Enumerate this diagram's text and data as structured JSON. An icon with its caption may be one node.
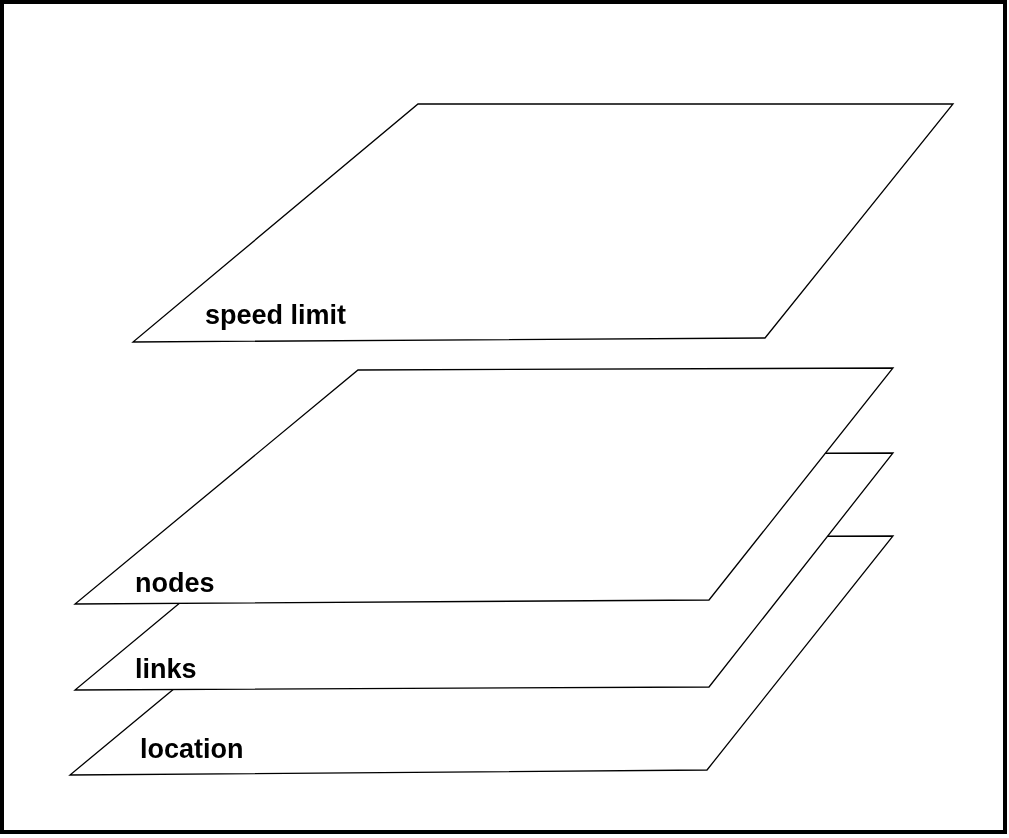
{
  "diagram": {
    "nodes": [
      {
        "text": [
          "speed limit"
        ]
      },
      {
        "text": [
          "nodes"
        ]
      },
      {
        "text": [
          "links"
        ]
      },
      {
        "text": [
          "location"
        ]
      }
    ]
  }
}
